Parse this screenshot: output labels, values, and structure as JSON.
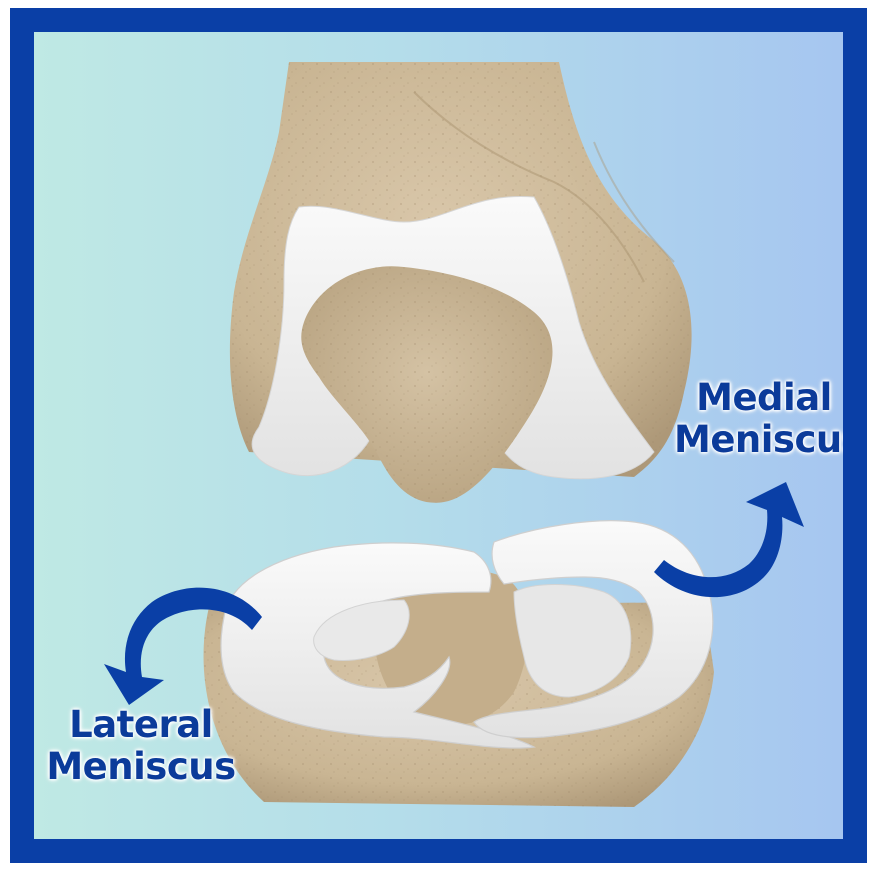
{
  "labels": {
    "medial": {
      "line1": "Medial",
      "line2": "Meniscus"
    },
    "lateral": {
      "line1": "Lateral",
      "line2": "Meniscus"
    }
  },
  "colors": {
    "border": "#0a3fa6",
    "label_text": "#0b3b9a",
    "arrow": "#0a3fa6",
    "bone": "#cdb99a",
    "meniscus": "#f1f1f1",
    "background_left": "#bfe9e4",
    "background_right": "#a6c6f0"
  },
  "icons": {
    "medial_arrow": "curved-arrow-up-right-icon",
    "lateral_arrow": "curved-arrow-down-left-icon"
  }
}
